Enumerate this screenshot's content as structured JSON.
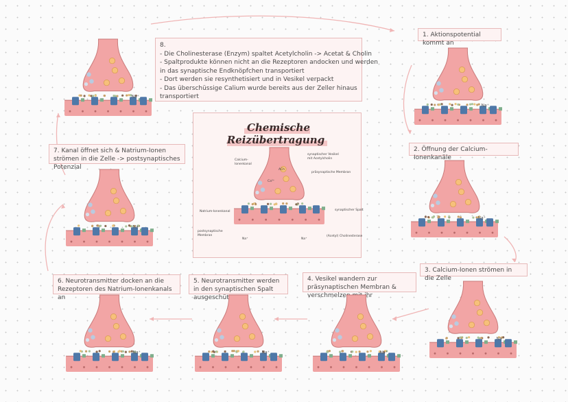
{
  "diagram": {
    "title": "Chemische Reizübertragung",
    "center_labels": {
      "calcium_channel": "Calcium-\nIonenkanal",
      "vesicle": "synaptischer Vesikel\nmit Acetylcholin",
      "presynaptic_membrane": "präsynaptische Membran",
      "sodium_channel": "Natrium-Ionenkanal",
      "synaptic_cleft": "synaptischer Spalt",
      "postsynaptic_membrane": "postsynaptische\nMembran",
      "cholinesterase": "(Acetyl) Cholinesterase",
      "ach": "ACh",
      "ca": "Ca²⁺",
      "na1": "Na⁺",
      "na2": "Na⁺"
    },
    "na_symbol": "Na⁺",
    "steps": [
      {
        "id": 1,
        "text": "1. Aktionspotential kommt an"
      },
      {
        "id": 2,
        "text": "2. Öffnung der Calcium-Ionenkanäle"
      },
      {
        "id": 3,
        "text": "3. Calcium-Ionen strömen in die Zelle"
      },
      {
        "id": 4,
        "text": "4. Vesikel wandern zur präsynaptischen Membran & verschmelzen mit ihr"
      },
      {
        "id": 5,
        "text": "5. Neurotransmitter werden in den synaptischen Spalt ausgeschüttet"
      },
      {
        "id": 6,
        "text": "6. Neurotransmitter docken an die Rezeptoren des Natrium-Ionenkanals an"
      },
      {
        "id": 7,
        "text": "7. Kanal öffnet sich & Natrium-Ionen strömen in die Zelle -> postsynaptisches Potenzial"
      }
    ],
    "step8": {
      "heading": "8.",
      "lines": [
        "- Die Cholinesterase (Enzym) spaltet Acetylcholin -> Acetat & Cholin",
        "- Spaltprodukte können nicht an die Rezeptoren andocken und werden",
        "in das synaptische Endknöpfchen transportiert",
        "- Dort werden sie resynthetisiert und in Vesikel verpackt",
        "- Das überschüssige Calium wurde bereits aus der Zeller hinaus",
        "transportiert"
      ]
    },
    "colors": {
      "terminal": "#f2a5a5",
      "terminal_stroke": "#c97a7a",
      "membrane": "#f0a3a3",
      "channel": "#4f78a8",
      "receptor": "#7fae8c",
      "vesicle": "#f7c07a",
      "calcium": "#b9cbe0",
      "box_border": "#e7b9b9",
      "box_fill": "#fdf3f3",
      "arrow": "#f0b5b5"
    }
  }
}
